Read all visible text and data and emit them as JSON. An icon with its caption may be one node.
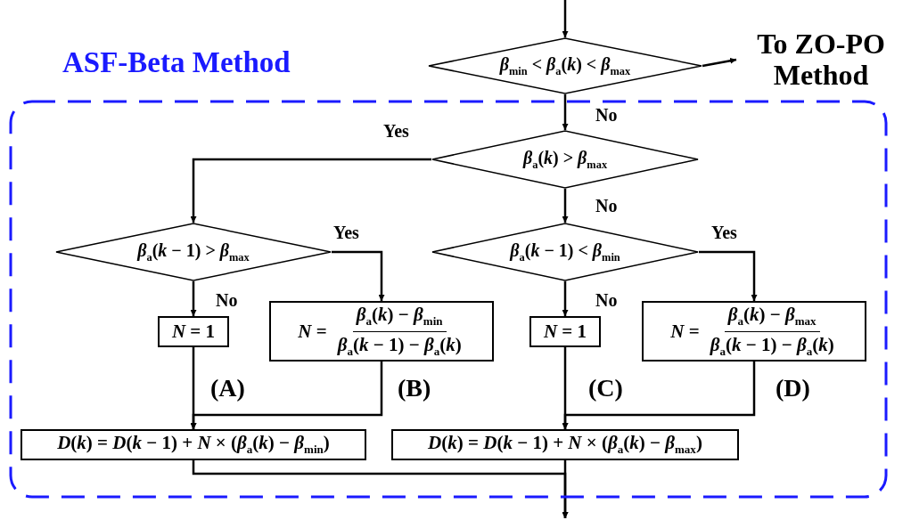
{
  "diagram": {
    "nodes": [
      {
        "text": [
          "ASF-Beta Method"
        ]
      },
      {
        "text": [
          "*β*$_{min}$ < *β*$_{a}$(*k*) < *β*$_{max}$"
        ]
      },
      {
        "text": [
          "To ZO-PO Method"
        ]
      },
      {
        "text": [
          "*β*$_{a}$(*k*) > *β*$_{max}$"
        ],
        "in": 0
      },
      {
        "text": [
          "*β*$_{a}$(*k* − 1) > *β*$_{max}$"
        ],
        "in": 0
      },
      {
        "text": [
          "*β*$_{a}$(*k* − 1) < *β*$_{min}$"
        ],
        "in": 0
      },
      {
        "text": [
          "*N* = 1"
        ],
        "in": 0
      },
      {
        "text": [
          "*N* =",
          "*β*$_{a}$(*k*) − *β*$_{min}$",
          "*β*$_{a}$(*k* − 1) − *β*$_{a}$(*k*)"
        ],
        "in": 0
      },
      {
        "text": [
          "*N* = 1"
        ],
        "in": 0
      },
      {
        "text": [
          "*N* =",
          "*β*$_{a}$(*k*) − *β*$_{max}$",
          "*β*$_{a}$(*k* − 1) − *β*$_{a}$(*k*)"
        ],
        "in": 0
      },
      {
        "text": [
          "*D*(*k*) = *D*(*k* − 1) + *N* × (*β*$_{a}$(*k*) − *β*$_{min}$)"
        ],
        "in": 0
      },
      {
        "text": [
          "*D*(*k*) = *D*(*k* − 1) + *N* × (*β*$_{a}$(*k*) − *β*$_{max}$)"
        ],
        "in": 0
      }
    ],
    "edges": [
      {
        "from": null,
        "to": 1,
        "arrow": "to"
      },
      {
        "from": 1,
        "to": 2,
        "arrow": "to"
      },
      {
        "from": 1,
        "to": 3,
        "arrow": "to",
        "label": "No"
      },
      {
        "from": 3,
        "to": 4,
        "arrow": "to",
        "label": "Yes"
      },
      {
        "from": 3,
        "to": 5,
        "arrow": "to",
        "label": "No"
      },
      {
        "from": 4,
        "to": 6,
        "arrow": "to",
        "label": "No"
      },
      {
        "from": 4,
        "to": 7,
        "arrow": "to",
        "label": "Yes"
      },
      {
        "from": 5,
        "to": 8,
        "arrow": "to",
        "label": "No"
      },
      {
        "from": 5,
        "to": 9,
        "arrow": "to",
        "label": "Yes"
      },
      {
        "from": 6,
        "to": 10,
        "arrow": "to"
      },
      {
        "from": 7,
        "to": 10,
        "arrow": "to"
      },
      {
        "from": 8,
        "to": 11,
        "arrow": "to"
      },
      {
        "from": 9,
        "to": 11,
        "arrow": "to"
      },
      {
        "from": 10,
        "to": null,
        "arrow": "to"
      },
      {
        "from": 11,
        "to": null,
        "arrow": "to"
      }
    ],
    "labels": [
      "(A)",
      "(B)",
      "(C)",
      "(D)"
    ]
  }
}
